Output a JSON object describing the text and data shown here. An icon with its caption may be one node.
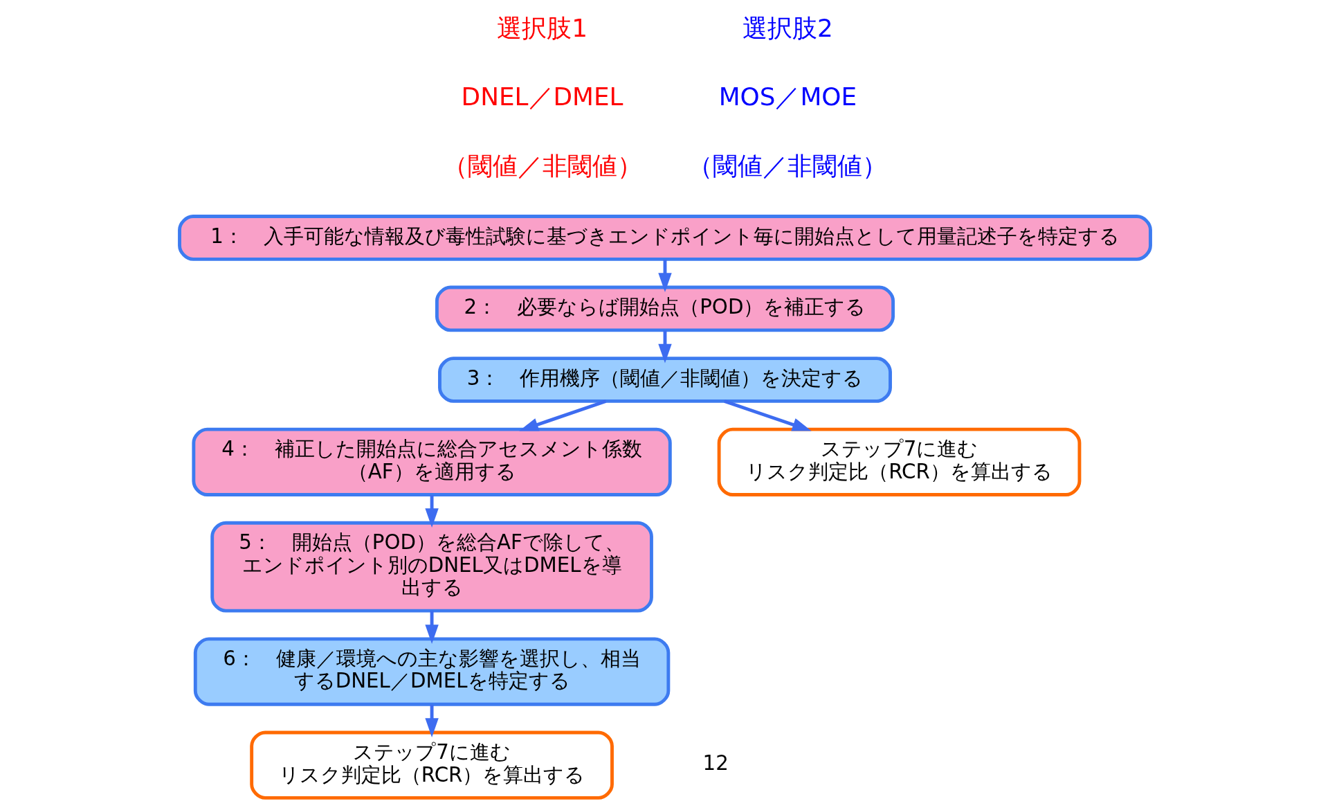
{
  "diagram": {
    "nodes": [
      {
        "text": [
          "1：　入手可能な情報及び毒性試験に基づきエンドポイント毎に開始点として用量記述子を特定する"
        ]
      },
      {
        "text": [
          "2：　必要ならば開始点（POD）を補正する"
        ]
      },
      {
        "text": [
          "3：　作用機序（閾値／非閾値）を決定する"
        ]
      },
      {
        "text": [
          "4：　補正した開始点に総合アセスメント係数（AF）を適用する"
        ]
      },
      {
        "text": [
          "ステップ7に進む",
          "リスク判定比（RCR）を算出する"
        ]
      },
      {
        "text": [
          "5：　開始点（POD）を総合AFで除して、エンドポイント別のDNEL又はDMELを導出する"
        ]
      },
      {
        "text": [
          "6：　健康／環境への主な影響を選択し、相当するDNEL／DMELを特定する"
        ]
      },
      {
        "text": [
          "ステップ7に進む",
          "リスク判定比（RCR）を算出する"
        ]
      }
    ],
    "edges": [
      {
        "from": 0,
        "to": 1,
        "arrow": "to"
      },
      {
        "from": 1,
        "to": 2,
        "arrow": "to"
      },
      {
        "from": 2,
        "to": 3,
        "arrow": "to"
      },
      {
        "from": 2,
        "to": 4,
        "arrow": "to"
      },
      {
        "from": 3,
        "to": 5,
        "arrow": "to"
      },
      {
        "from": 5,
        "to": 6,
        "arrow": "to"
      },
      {
        "from": 6,
        "to": 7,
        "arrow": "to"
      }
    ],
    "labels": [
      "選択肢1",
      "DNEL／DMEL",
      "（閾値／非閾値）",
      "選択肢2",
      "MOS／MOE",
      "（閾値／非閾値）",
      "12"
    ]
  }
}
